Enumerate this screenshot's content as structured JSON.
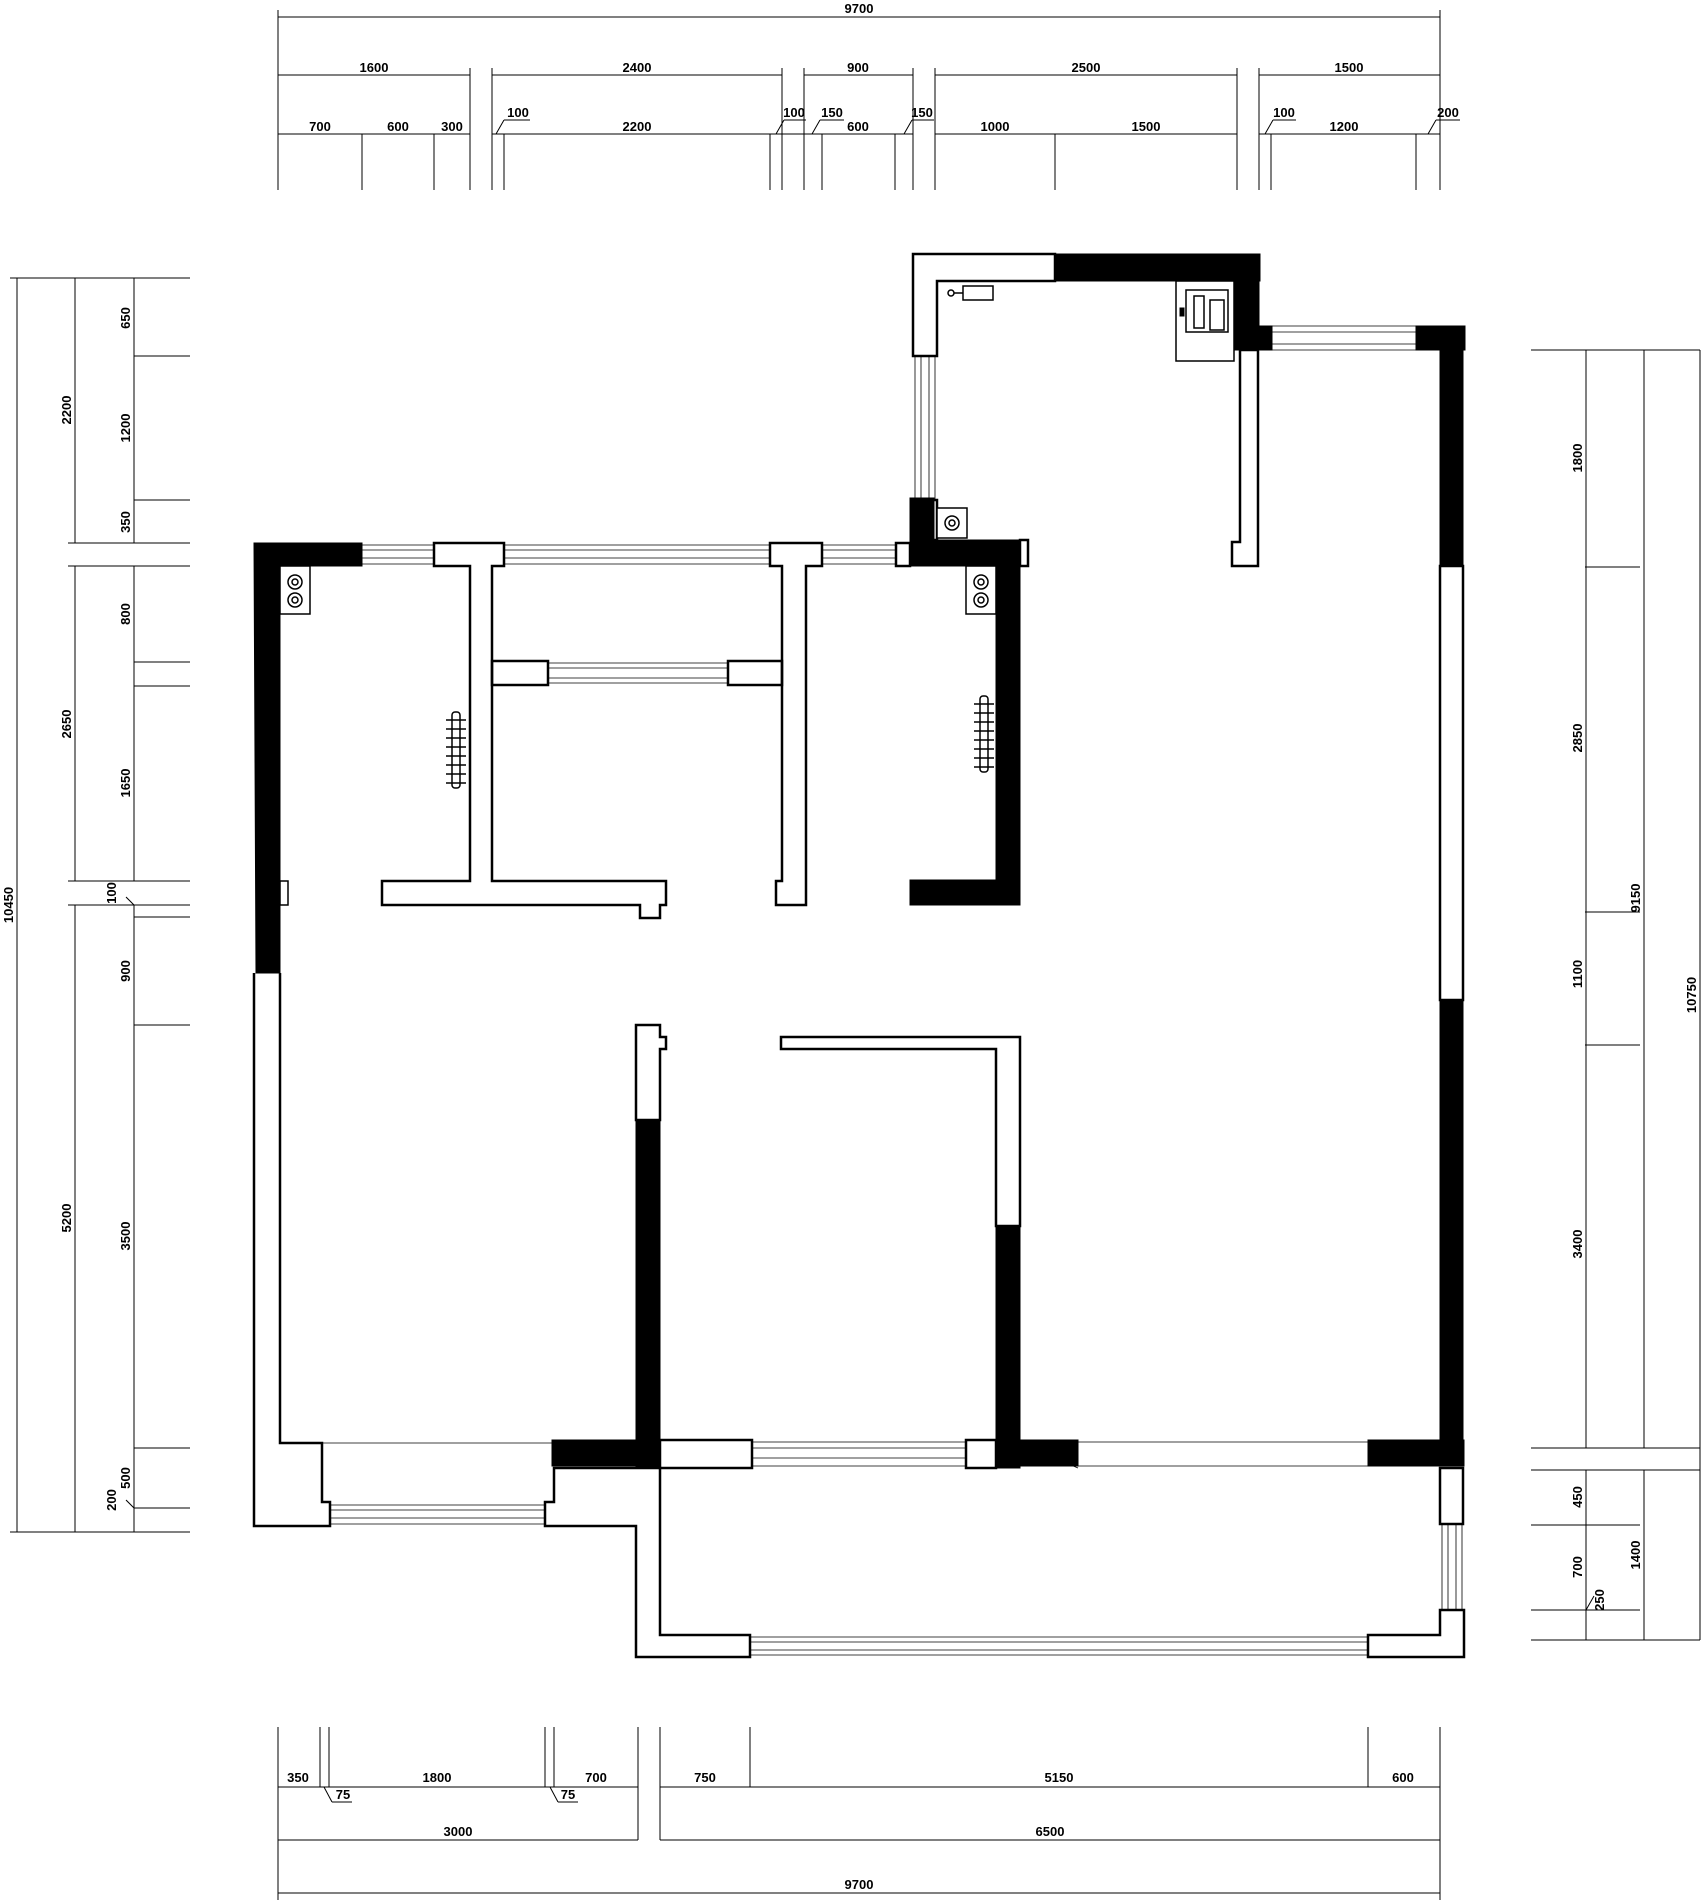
{
  "dimensions": {
    "top": {
      "overall": "9700",
      "row2": [
        "1600",
        "2400",
        "900",
        "2500",
        "1500"
      ],
      "row3": [
        "700",
        "600",
        "300",
        "100",
        "2200",
        "100",
        "150",
        "600",
        "150",
        "1000",
        "1500",
        "100",
        "1200",
        "200"
      ]
    },
    "bottom": {
      "row1": [
        "350",
        "75",
        "1800",
        "75",
        "700",
        "750",
        "5150",
        "600"
      ],
      "row2": [
        "3000",
        "6500"
      ],
      "overall": "9700"
    },
    "left": {
      "overall": "10450",
      "outer": [
        "2200",
        "2650",
        "5200"
      ],
      "inner": [
        "650",
        "1200",
        "350",
        "800",
        "1650",
        "100",
        "900",
        "3500",
        "500",
        "200"
      ]
    },
    "right": {
      "overall": "10750",
      "middle": "9150",
      "lower": "1400",
      "inner": [
        "1800",
        "2850",
        "1100",
        "3400",
        "450",
        "700",
        "250"
      ]
    }
  }
}
